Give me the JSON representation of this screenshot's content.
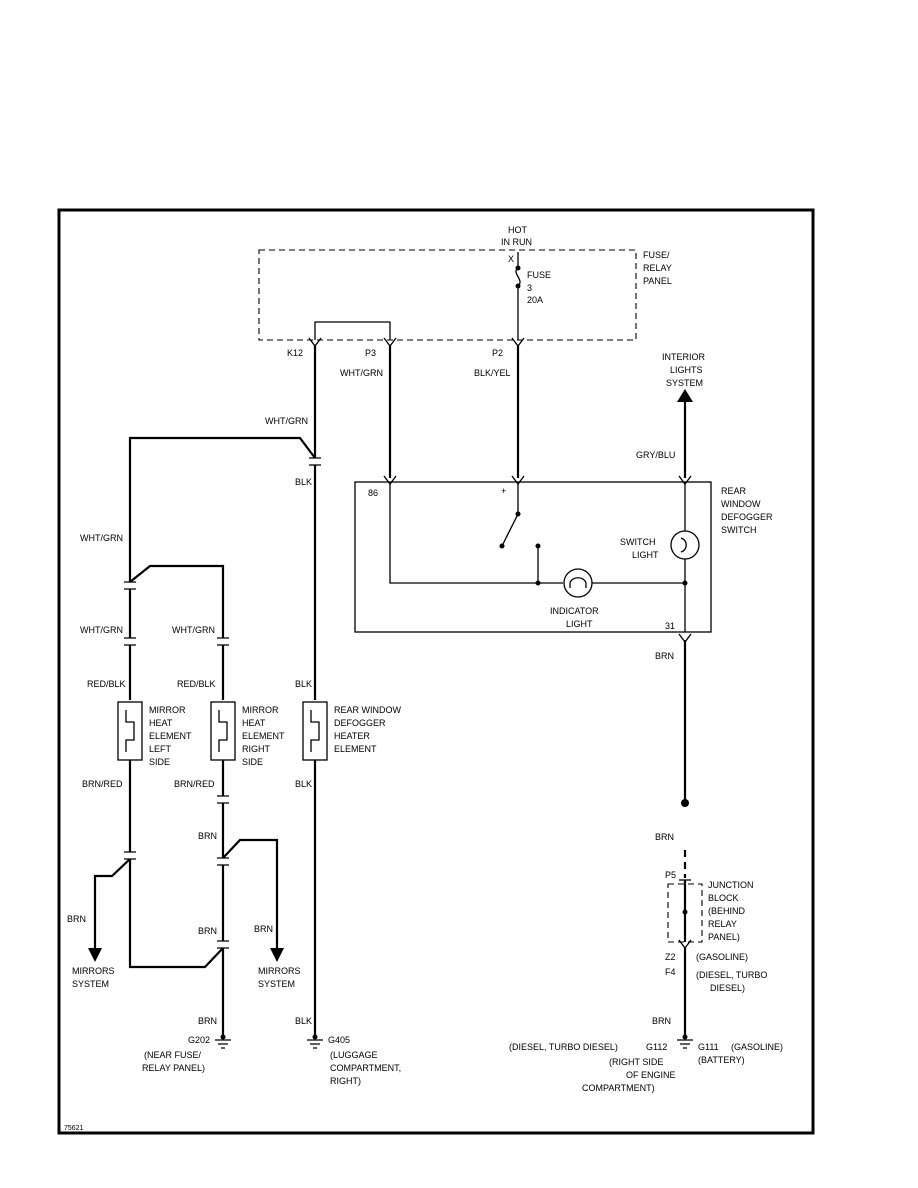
{
  "diagram_id": "75621",
  "power": {
    "hot": "HOT",
    "in_run": "IN RUN",
    "x_mark": "X"
  },
  "fuse_panel": {
    "line1": "FUSE/",
    "line2": "RELAY",
    "line3": "PANEL"
  },
  "fuse": {
    "label": "FUSE",
    "number": "3",
    "rating": "20A"
  },
  "pins": {
    "k12": "K12",
    "p3": "P3",
    "p2": "P2",
    "pin86": "86",
    "plus": "+",
    "pin31": "31",
    "p5": "P5",
    "z2": "Z2",
    "f4": "F4"
  },
  "wires": {
    "p3_wht_grn": "WHT/GRN",
    "p2_blk_yel": "BLK/YEL",
    "k12_wht_grn": "WHT/GRN",
    "k12_blk": "BLK",
    "left_wht_grn_1": "WHT/GRN",
    "left_wht_grn_2": "WHT/GRN",
    "right_wht_grn": "WHT/GRN",
    "left_red_blk": "RED/BLK",
    "right_red_blk": "RED/BLK",
    "heater_blk_top": "BLK",
    "left_brn_red": "BRN/RED",
    "right_brn_red": "BRN/RED",
    "heater_blk_bottom": "BLK",
    "right_brn_1": "BRN",
    "left_brn_mirrors": "BRN",
    "right_brn_2": "BRN",
    "right_brn_mirrors": "BRN",
    "g202_brn": "BRN",
    "g405_blk": "BLK",
    "gry_blu": "GRY/BLU",
    "switch_brn_1": "BRN",
    "switch_brn_2": "BRN",
    "g111_brn": "BRN"
  },
  "interior_lights": {
    "line1": "INTERIOR",
    "line2": "LIGHTS",
    "line3": "SYSTEM"
  },
  "switch": {
    "line1": "REAR",
    "line2": "WINDOW",
    "line3": "DEFOGGER",
    "line4": "SWITCH"
  },
  "switch_light": {
    "line1": "SWITCH",
    "line2": "LIGHT"
  },
  "indicator_light": {
    "line1": "INDICATOR",
    "line2": "LIGHT"
  },
  "mirror_left": {
    "line1": "MIRROR",
    "line2": "HEAT",
    "line3": "ELEMENT",
    "line4": "LEFT",
    "line5": "SIDE"
  },
  "mirror_right": {
    "line1": "MIRROR",
    "line2": "HEAT",
    "line3": "ELEMENT",
    "line4": "RIGHT",
    "line5": "SIDE"
  },
  "heater": {
    "line1": "REAR WINDOW",
    "line2": "DEFOGGER",
    "line3": "HEATER",
    "line4": "ELEMENT"
  },
  "mirrors_left": {
    "line1": "MIRRORS",
    "line2": "SYSTEM"
  },
  "mirrors_right": {
    "line1": "MIRRORS",
    "line2": "SYSTEM"
  },
  "junction": {
    "line1": "JUNCTION",
    "line2": "BLOCK",
    "line3": "(BEHIND",
    "line4": "RELAY",
    "line5": "PANEL)"
  },
  "z2_note": "(GASOLINE)",
  "f4_note": {
    "line1": "(DIESEL, TURBO",
    "line2": "DIESEL)"
  },
  "g202": {
    "id": "G202",
    "line1": "(NEAR FUSE/",
    "line2": "RELAY PANEL)"
  },
  "g405": {
    "id": "G405",
    "line1": "(LUGGAGE",
    "line2": "COMPARTMENT,",
    "line3": "RIGHT)"
  },
  "g111": {
    "id": "G111",
    "note": "(GASOLINE)",
    "line1": "(BATTERY)"
  },
  "g112": {
    "prefix": "(DIESEL, TURBO DIESEL)",
    "id": "G112",
    "line1": "(RIGHT SIDE",
    "line2": "OF ENGINE",
    "line3": "COMPARTMENT)"
  }
}
